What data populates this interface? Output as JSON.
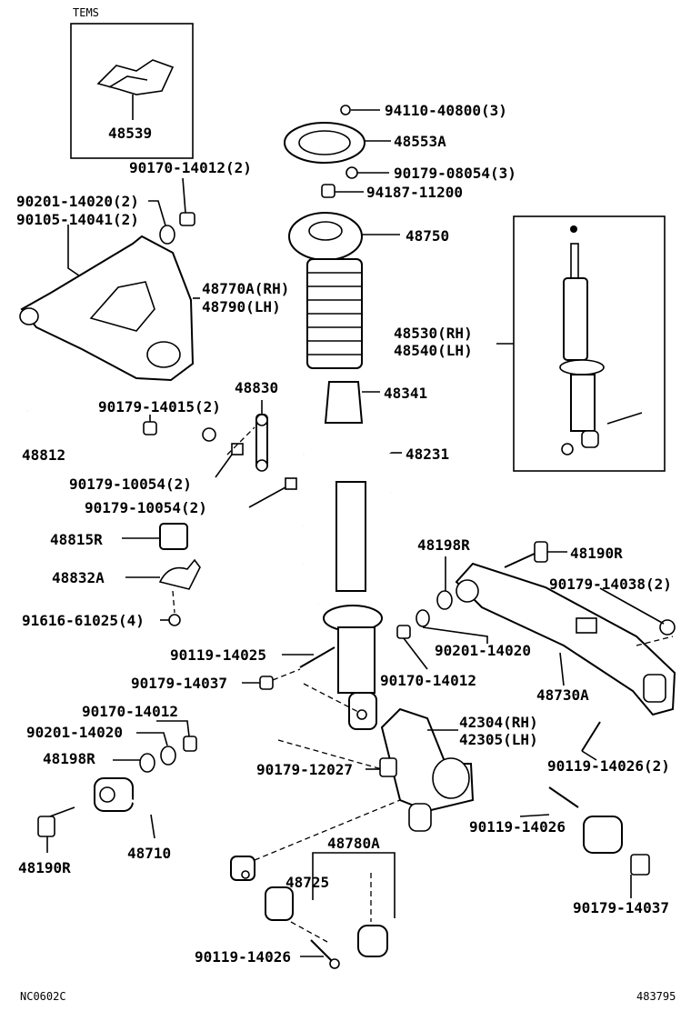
{
  "diagram": {
    "inset_header": "TEMS",
    "inset_parts": [
      "48539"
    ],
    "footer_left": "NC0602C",
    "footer_right": "483795",
    "labels": {
      "p94110": "94110-40800(3)",
      "p48553A": "48553A",
      "p90179_08054": "90179-08054(3)",
      "p94187": "94187-11200",
      "p48750": "48750",
      "p90170_top": "90170-14012(2)",
      "p90201_top": "90201-14020(2)",
      "p90105": "90105-14041(2)",
      "p48770A": "48770A(RH)",
      "p48790": "48790(LH)",
      "p48530": "48530(RH)",
      "p48540": "48540(LH)",
      "p48830": "48830",
      "p48341": "48341",
      "p90179_14015": "90179-14015(2)",
      "p48812": "48812",
      "p48231": "48231",
      "p90179_10054a": "90179-10054(2)",
      "p90179_10054b": "90179-10054(2)",
      "p48815R": "48815R",
      "p48198R_top": "48198R",
      "p48190R_top": "48190R",
      "p90179_14038": "90179-14038(2)",
      "p48832A": "48832A",
      "p91616": "91616-61025(4)",
      "p90201_mid": "90201-14020",
      "p90119_14025": "90119-14025",
      "p90170_mid": "90170-14012",
      "p90179_14037a": "90179-14037",
      "p48730A": "48730A",
      "p42304": "42304(RH)",
      "p42305": "42305(LH)",
      "p90170_low": "90170-14012",
      "p90201_low": "90201-14020",
      "p48198R_low": "48198R",
      "p90119_14026a": "90119-14026(2)",
      "p90179_12027": "90179-12027",
      "p90119_14026b": "90119-14026",
      "p48190R_low": "48190R",
      "p48710": "48710",
      "p48780A": "48780A",
      "p48725": "48725",
      "p90179_14037b": "90179-14037",
      "p90119_14026c": "90119-14026"
    }
  }
}
